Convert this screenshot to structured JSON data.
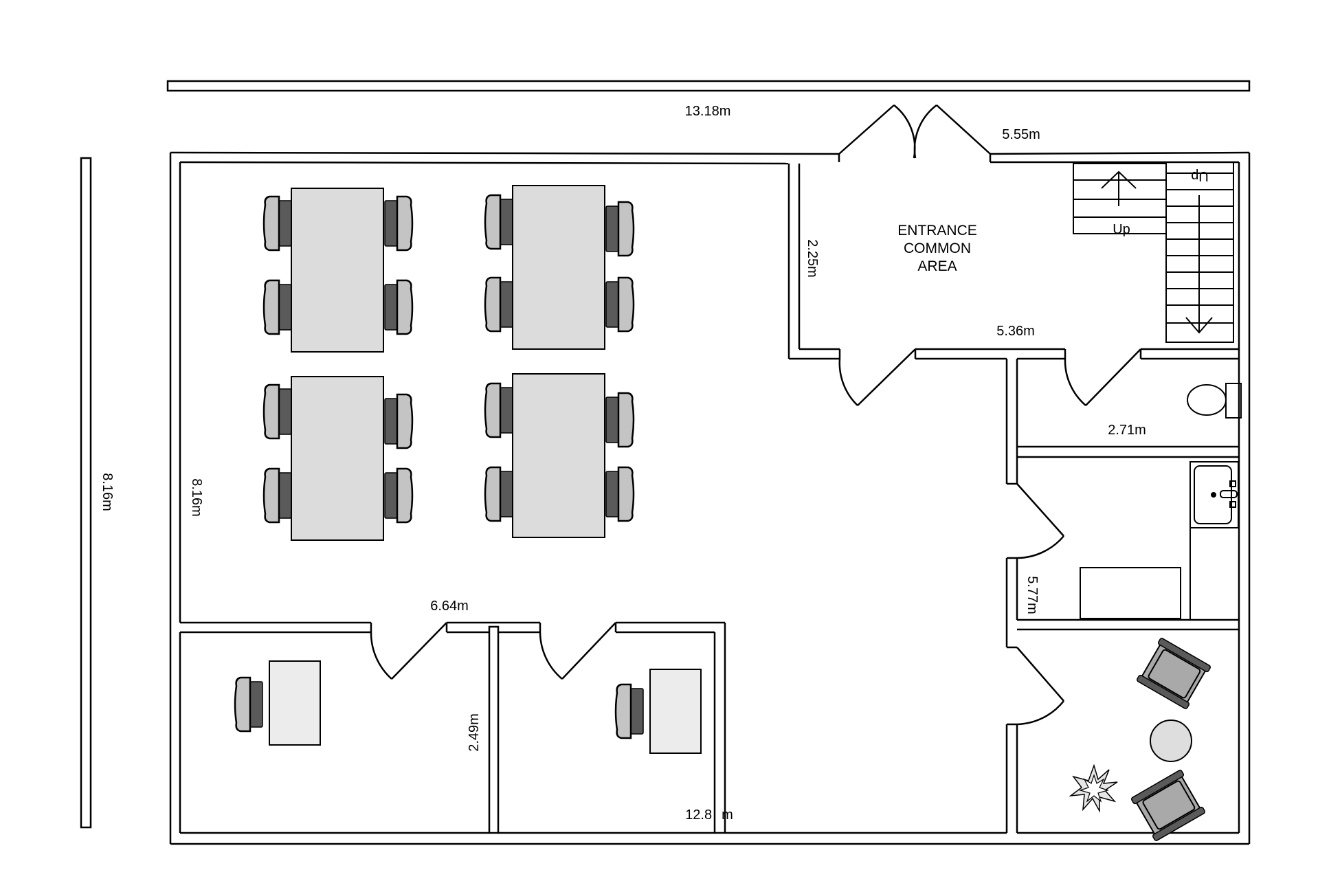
{
  "labels": {
    "top_width": "13.18m",
    "left_height": "8.16m",
    "inner_height": "8.16m",
    "entrance_width": "5.55m",
    "entrance_height": "2.25m",
    "entrance_bottom": "5.36m",
    "restroom_width": "2.71m",
    "bath_height": "5.77m",
    "office_width": "6.64m",
    "small_office_height": "2.49m",
    "bottom_width": "12.8",
    "bottom_width_suffix": "m",
    "room_name_line1": "ENTRANCE",
    "room_name_line2": "COMMON",
    "room_name_line3": "AREA",
    "stair_up": "Up",
    "stair_up_flipped": "Up"
  },
  "colors": {
    "table": "#dcdcdc",
    "desk": "#ececec",
    "chair_seat": "#c4c4c4",
    "chair_back": "#5a5a5a",
    "armchair": "#a9a9a9"
  },
  "icons": [
    "chair-icon",
    "table-icon",
    "toilet-icon",
    "sink-icon",
    "bathtub-icon",
    "armchair-icon",
    "side-table-icon",
    "plant-icon",
    "stair-arrow-icon"
  ]
}
